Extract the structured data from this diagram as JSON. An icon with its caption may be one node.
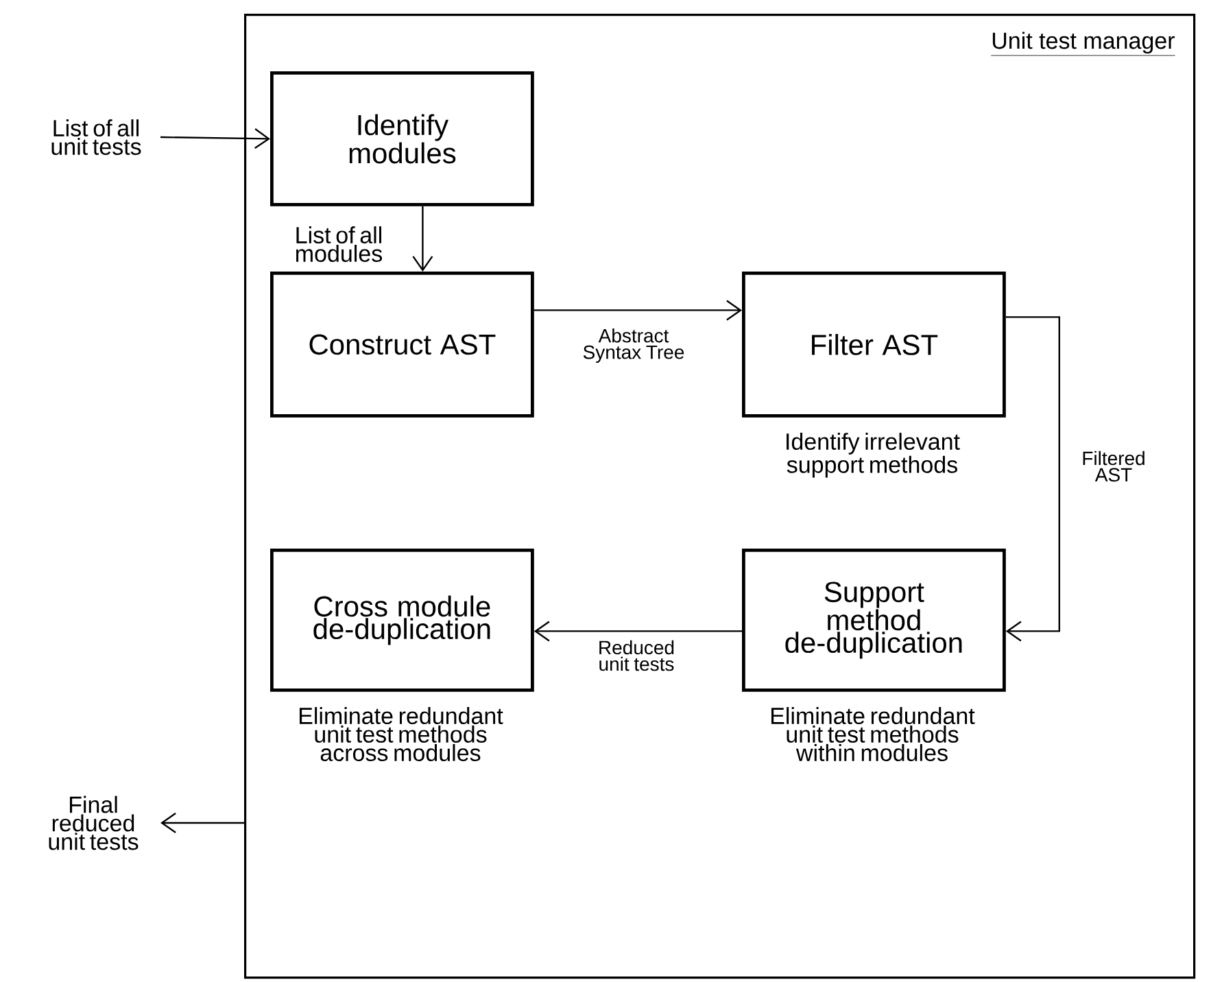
{
  "diagram": {
    "nodes": [
      {
        "text": [
          "Unit test manager"
        ]
      },
      {
        "text": [
          "Identify modules"
        ],
        "in": 0
      },
      {
        "text": [
          "Construct AST"
        ],
        "in": 0
      },
      {
        "text": [
          "Filter AST"
        ],
        "in": 0,
        "beside": [
          "Identify irrelevant support methods"
        ]
      },
      {
        "text": [
          "Support method de-duplication"
        ],
        "in": 0,
        "beside": [
          "Eliminate redundant unit test methods within modules"
        ]
      },
      {
        "text": [
          "Cross module de-duplication"
        ],
        "in": 0,
        "beside": [
          "Eliminate redundant unit test methods across modules"
        ]
      }
    ],
    "edges": [
      {
        "from": null,
        "to": 1,
        "arrow": "to",
        "label": "List of all unit tests"
      },
      {
        "from": 1,
        "to": 2,
        "arrow": "to",
        "label": "List of all modules"
      },
      {
        "from": 2,
        "to": 3,
        "arrow": "to",
        "label": "Abstract Syntax Tree"
      },
      {
        "from": 3,
        "to": 4,
        "arrow": "to",
        "label": "Filtered AST"
      },
      {
        "from": 4,
        "to": 5,
        "arrow": "to",
        "label": "Reduced unit tests"
      },
      {
        "from": 0,
        "to": null,
        "arrow": "to",
        "label": "Final reduced unit tests"
      }
    ]
  }
}
